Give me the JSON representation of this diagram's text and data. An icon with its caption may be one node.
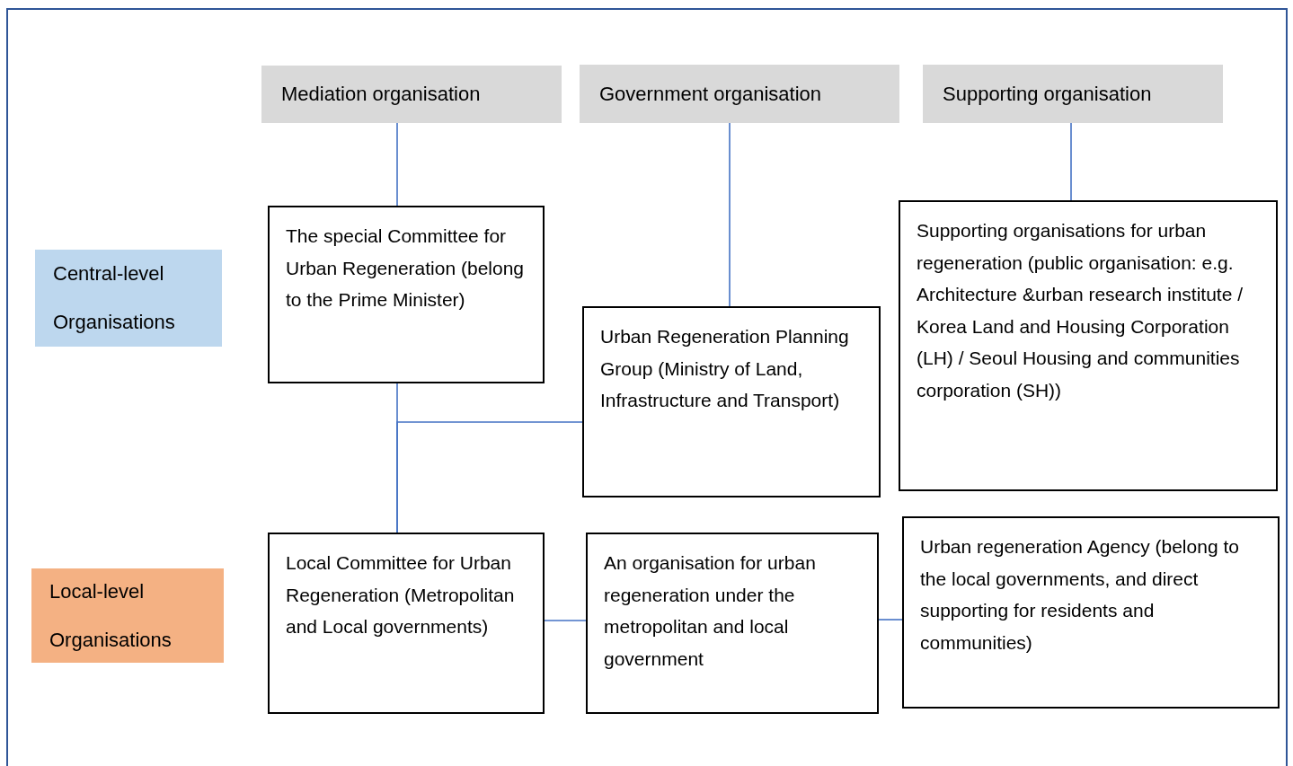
{
  "diagram": {
    "nodes": [
      {
        "text": [
          "Mediation organisation"
        ]
      },
      {
        "text": [
          "Government organisation"
        ]
      },
      {
        "text": [
          "Supporting organisation"
        ]
      },
      {
        "text": [
          "Central-level Organisations"
        ]
      },
      {
        "text": [
          "Local-level Organisations"
        ]
      },
      {
        "text": [
          "The special Committee for Urban Regeneration (belong to the Prime Minister)"
        ]
      },
      {
        "text": [
          "Urban Regeneration Planning Group (Ministry of Land, Infrastructure and Transport)"
        ]
      },
      {
        "text": [
          "Supporting organisations for urban regeneration (public organisation: e.g. Architecture &urban research institute / Korea Land and Housing Corporation (LH) / Seoul Housing and communities corporation (SH))"
        ]
      },
      {
        "text": [
          "Local Committee for Urban Regeneration (Metropolitan and Local governments)"
        ]
      },
      {
        "text": [
          "An organisation for urban regeneration under the metropolitan and local government"
        ]
      },
      {
        "text": [
          "Urban regeneration Agency (belong to the local governments, and direct supporting for residents and communities)"
        ]
      }
    ],
    "edges": [
      {
        "from": 0,
        "to": 5,
        "arrow": "none"
      },
      {
        "from": 1,
        "to": 6,
        "arrow": "none"
      },
      {
        "from": 2,
        "to": 7,
        "arrow": "none"
      },
      {
        "from": 5,
        "to": 8,
        "arrow": "none"
      },
      {
        "from": 6,
        "to": 8,
        "arrow": "none"
      },
      {
        "from": 8,
        "to": 9,
        "arrow": "none"
      },
      {
        "from": 9,
        "to": 10,
        "arrow": "none"
      }
    ]
  }
}
